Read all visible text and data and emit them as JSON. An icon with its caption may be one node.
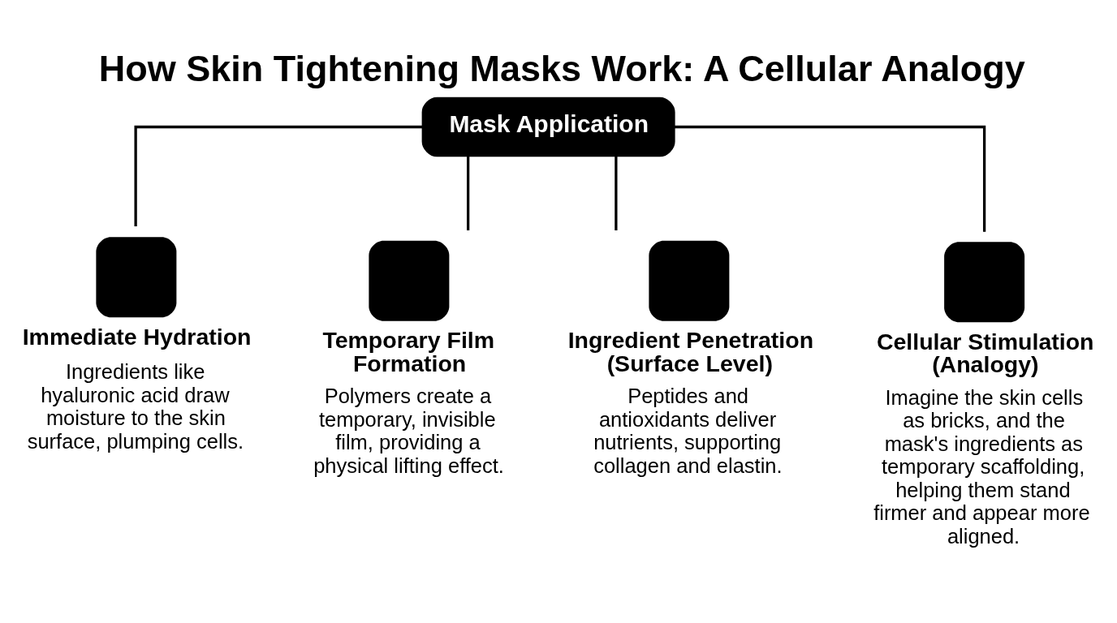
{
  "diagram": {
    "title": "How Skin Tightening Masks Work: A Cellular Analogy",
    "nodes": [
      {
        "text": [
          "Mask Application"
        ]
      },
      {
        "text": [
          "Immediate Hydration",
          "Ingredients like hyaluronic acid draw moisture to the skin surface, plumping cells."
        ]
      },
      {
        "text": [
          "Temporary Film Formation",
          "Polymers create a temporary, invisible film, providing a physical lifting effect."
        ]
      },
      {
        "text": [
          "Ingredient Penetration (Surface Level)",
          "Peptides and antioxidants deliver nutrients, supporting collagen and elastin."
        ]
      },
      {
        "text": [
          "Cellular Stimulation (Analogy)",
          "Imagine the skin cells as bricks, and the mask's ingredients as temporary scaffolding, helping them stand firmer and appear more aligned."
        ]
      }
    ],
    "edges": [
      {
        "from": 0,
        "to": 1,
        "arrow": "none"
      },
      {
        "from": 0,
        "to": 2,
        "arrow": "none"
      },
      {
        "from": 0,
        "to": 3,
        "arrow": "none"
      },
      {
        "from": 0,
        "to": 4,
        "arrow": "none"
      }
    ]
  }
}
